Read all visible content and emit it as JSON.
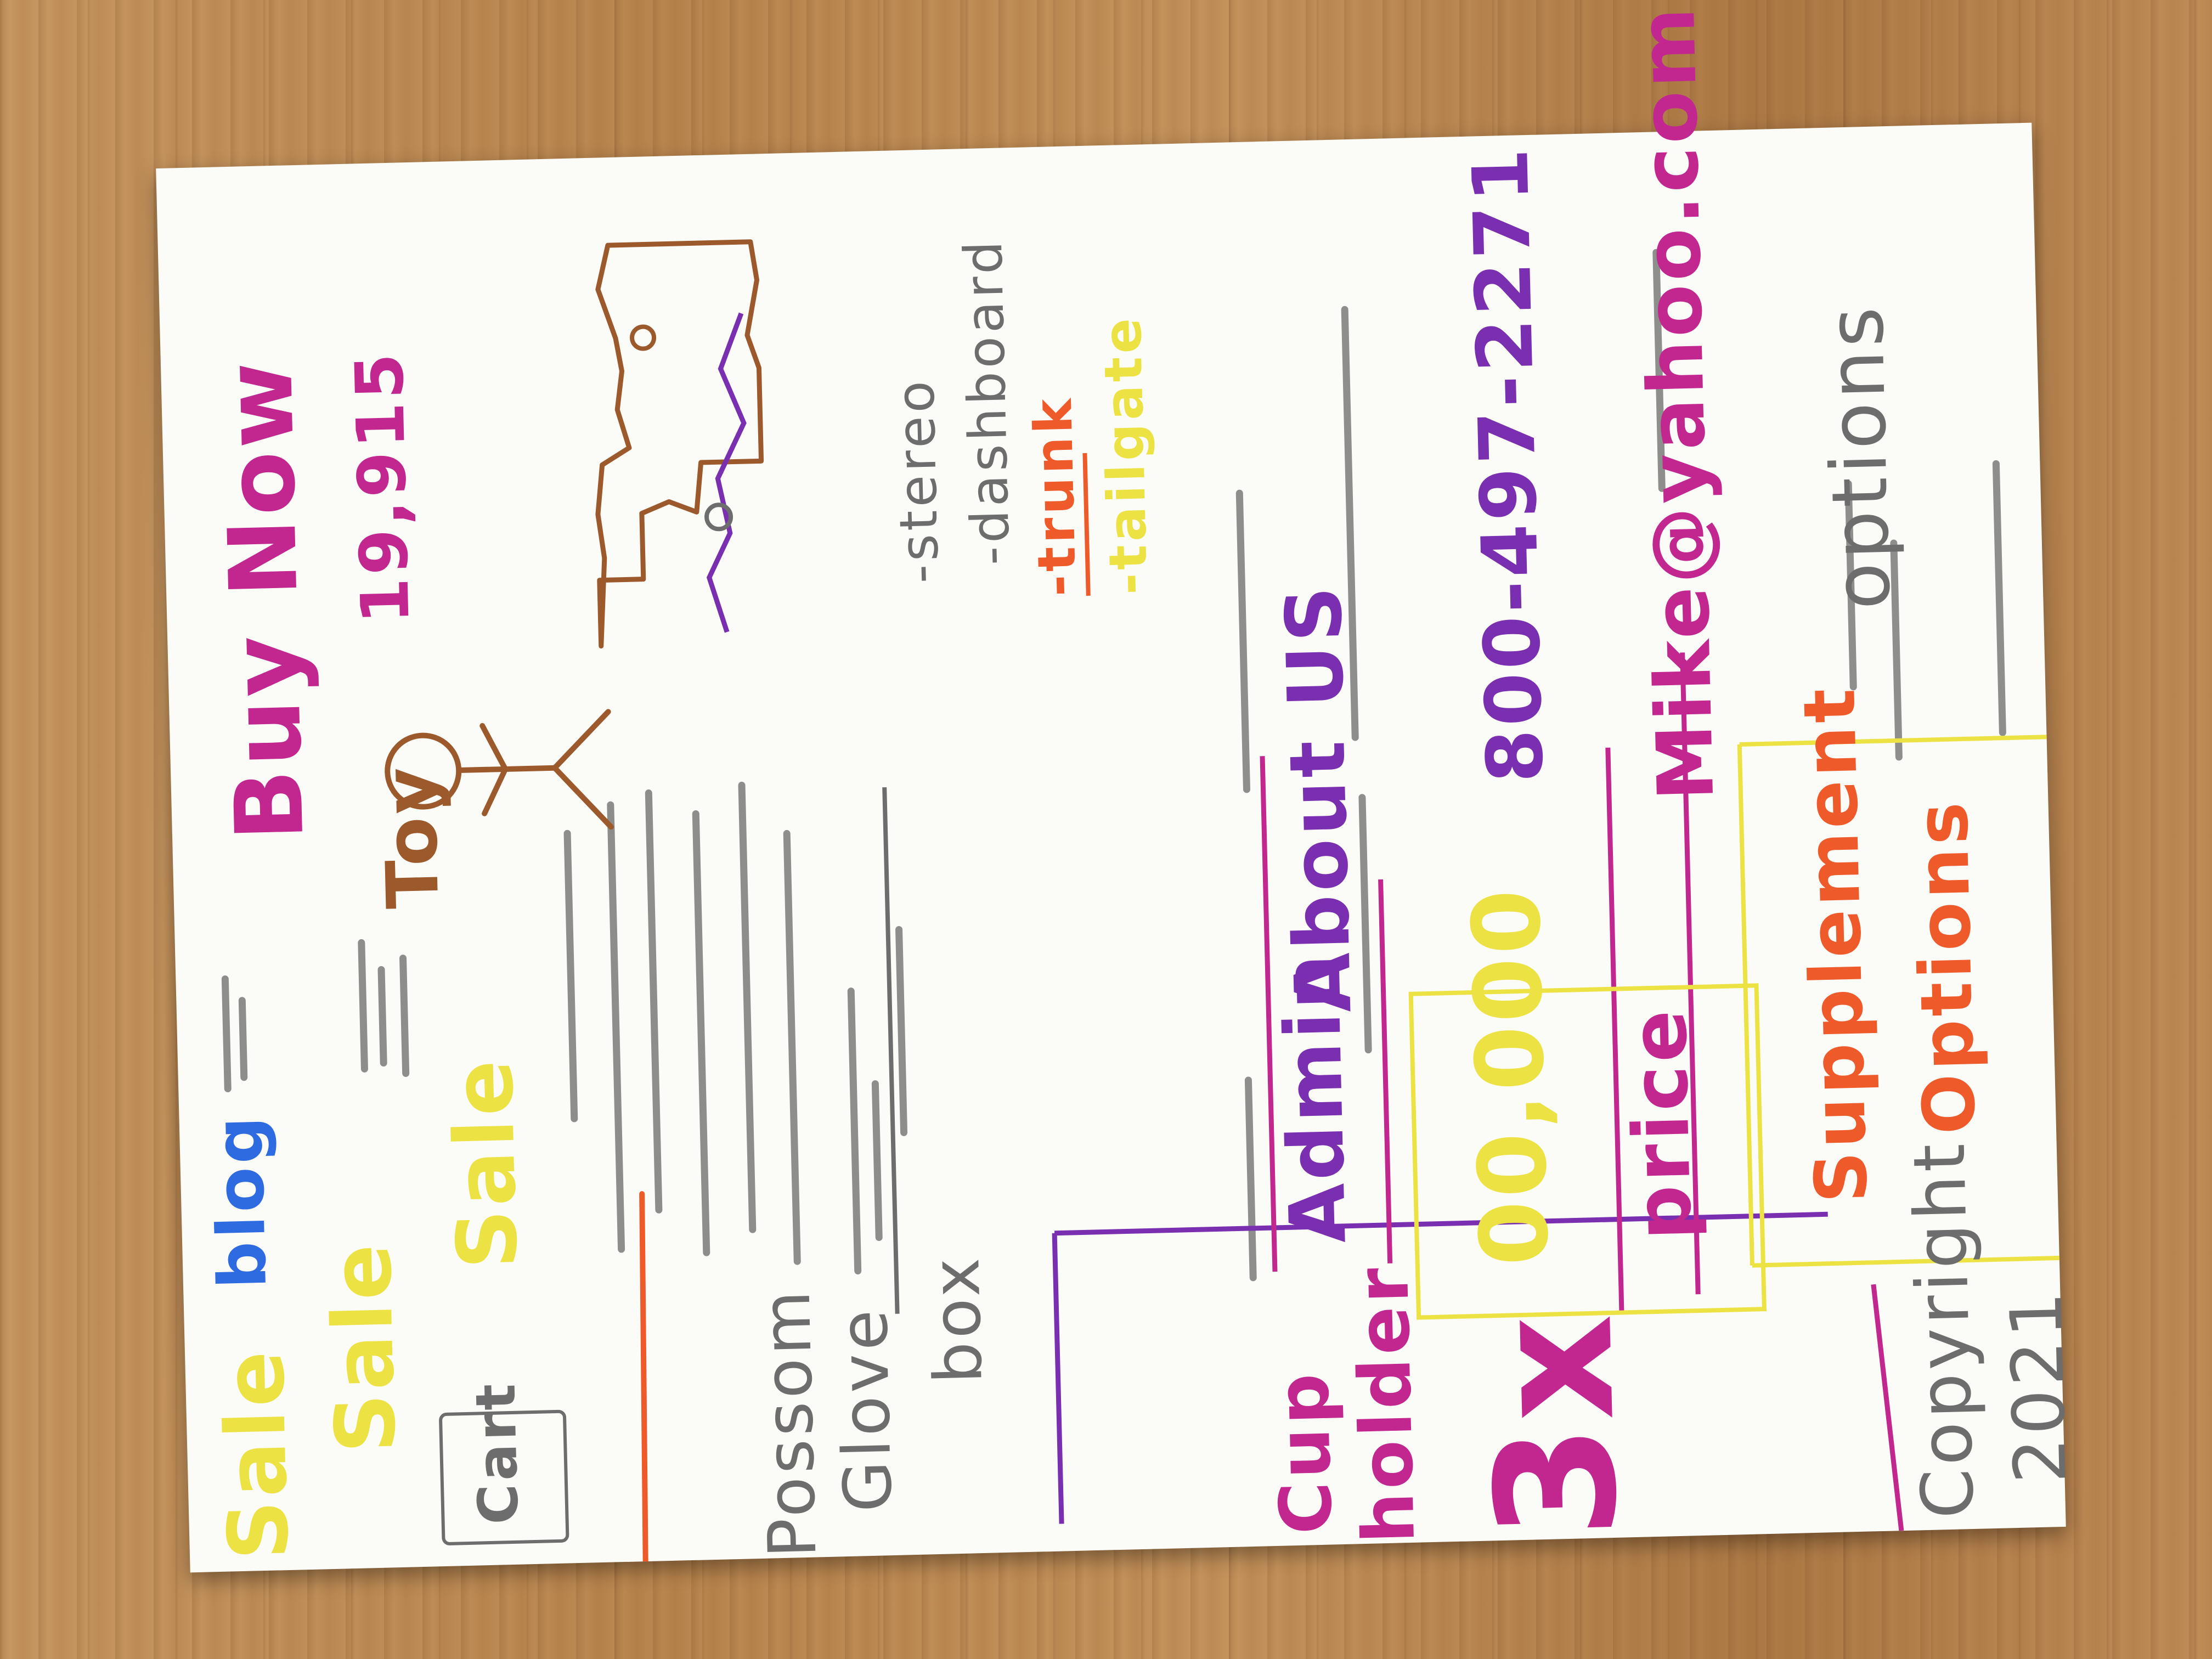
{
  "colors": {
    "yellow": "#ede243",
    "blue": "#2f6be0",
    "magenta": "#c1278f",
    "purple": "#7a2fb0",
    "orange": "#ef5a2a",
    "brown": "#9c5a2c",
    "graphite": "#6d6d6d"
  },
  "header": {
    "sale_1": "Sale",
    "sale_2": "Sale",
    "sale_3": "Sale",
    "blog_link": "blog",
    "cart_button": "Cart",
    "toy_label": "Toy",
    "buy_now": "Buy Now",
    "price_top": "19,915",
    "figure_icon": "stick-figure-icon",
    "car_icon": "car-icon"
  },
  "product": {
    "name_lines": [
      "Possom",
      "Glove",
      "box"
    ],
    "features": [
      "-stereo",
      "-dashboard",
      "-trunk",
      "-tailgate"
    ]
  },
  "nav": {
    "admin": "Admin",
    "about": "About US"
  },
  "deal": {
    "cup_holder_lines": [
      "Cup",
      "holder"
    ],
    "multiplier": "3x",
    "big_number": "00,000",
    "price_label": "price",
    "phone": "800-497-2271",
    "email": "Mike@yahoo.com",
    "supplement_lines": [
      "Supplement",
      "Options"
    ],
    "options": "options"
  },
  "footer": {
    "copyright_lines": [
      "Copyright",
      "2021"
    ]
  }
}
